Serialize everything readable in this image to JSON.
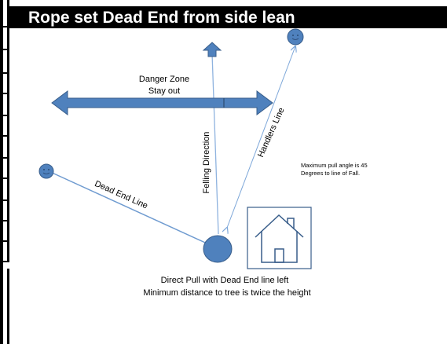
{
  "title": "Rope set Dead End from side lean",
  "labels": {
    "danger_zone_line1": "Danger Zone",
    "danger_zone_line2": "Stay out",
    "felling_direction": "Felling Direction",
    "handlers_line": "Handlers Line",
    "dead_end_line": "Dead End Line",
    "max_pull_line1": "Maximum  pull angle  is 45",
    "max_pull_line2": "Degrees to line of Fall.",
    "caption_line1": "Direct Pull with Dead End line left",
    "caption_line2": "Minimum distance to tree is twice the height"
  },
  "icons": {
    "person_left": "smiley-face-icon",
    "person_right": "smiley-face-icon",
    "tree": "tree-stump-circle",
    "house": "house-icon",
    "felling_arrow": "arrow-up-icon",
    "danger_arrow": "double-arrow-icon"
  },
  "colors": {
    "shape_fill": "#4f81bd",
    "shape_stroke": "#385d8a",
    "line_blue": "#7da7d9",
    "text_dark": "#000000",
    "title_bg": "#000000",
    "title_text": "#ffffff"
  }
}
